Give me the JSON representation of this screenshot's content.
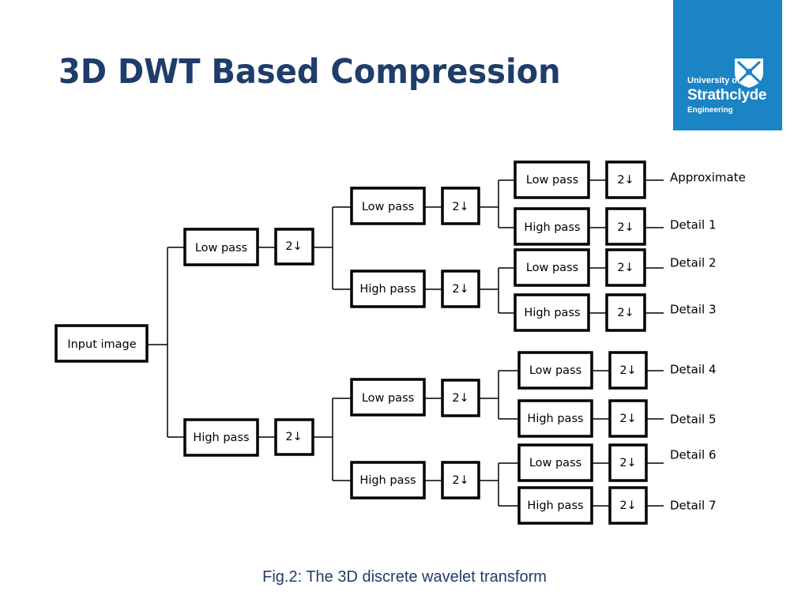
{
  "slide": {
    "title": "3D DWT Based Compression"
  },
  "logo": {
    "line1": "University of",
    "line2": "Strathclyde",
    "line3": "Engineering",
    "icon": "crest-icon"
  },
  "diagram": {
    "input": "Input image",
    "downsample": "2↓",
    "level1": {
      "low": "Low pass",
      "high": "High pass"
    },
    "level2": [
      {
        "low": "Low pass",
        "high": "High pass"
      },
      {
        "low": "Low pass",
        "high": "High pass"
      }
    ],
    "level3": [
      {
        "low": "Low pass",
        "high": "High pass"
      },
      {
        "low": "Low pass",
        "high": "High pass"
      },
      {
        "low": "Low pass",
        "high": "High pass"
      },
      {
        "low": "Low pass",
        "high": "High pass"
      }
    ],
    "outputs": [
      "Approximate",
      "Detail 1",
      "Detail 2",
      "Detail 3",
      "Detail 4",
      "Detail 5",
      "Detail 6",
      "Detail 7"
    ]
  },
  "caption": "Fig.2: The 3D discrete wavelet transform",
  "colors": {
    "title": "#1f3d6b",
    "logo_bg": "#1a84c4",
    "box_stroke": "#000000"
  }
}
